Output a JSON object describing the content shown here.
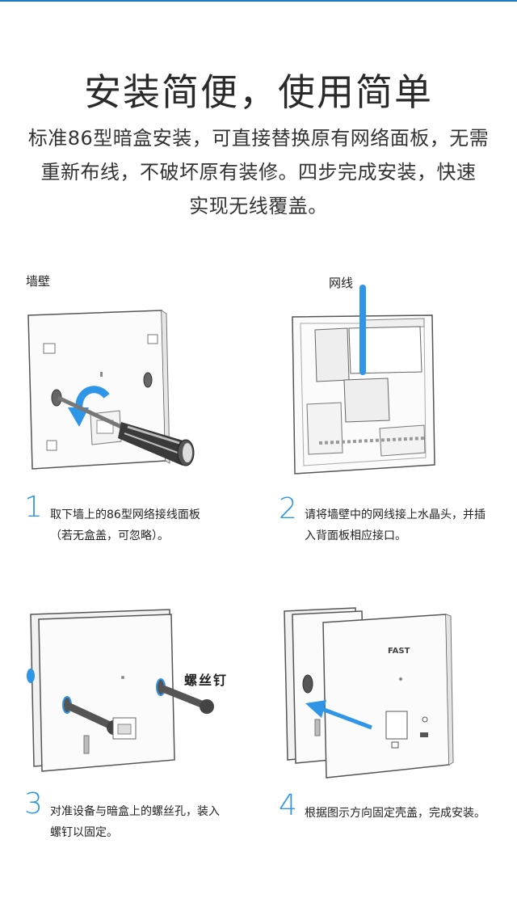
{
  "header": {
    "title": "安装简便，使用简单",
    "subtitle_lines": [
      "标准86型暗盒安装，可直接替换原有网络面板，无需",
      "重新布线，不破坏原有装修。四步完成安装，快速",
      "实现无线覆盖。"
    ]
  },
  "labels": {
    "wall": "墙壁",
    "cable": "网线",
    "screw": "螺丝钉",
    "brand": "FAST"
  },
  "steps": [
    {
      "number": "1",
      "lines": [
        "取下墙上的86型网络接线面板",
        "（若无盒盖，可忽略）。"
      ]
    },
    {
      "number": "2",
      "lines": [
        "请将墙壁中的网线接上水晶头，并插",
        "入背面板相应接口。"
      ]
    },
    {
      "number": "3",
      "lines": [
        "对准设备与暗盒上的螺丝孔，装入",
        "螺钉以固定。"
      ]
    },
    {
      "number": "4",
      "lines": [
        "根据图示方向固定壳盖，完成安装。"
      ]
    }
  ],
  "colors": {
    "accent": "#2f95e6",
    "rule": "#1e78c8"
  }
}
